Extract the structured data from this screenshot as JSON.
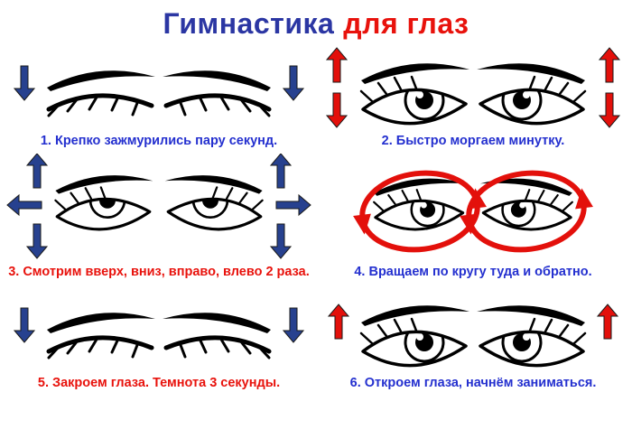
{
  "title": {
    "blue_part": "Гимнастика",
    "red_part": "для глаз"
  },
  "colors": {
    "title_blue": "#2b36a3",
    "text_blue": "#2430cf",
    "text_red": "#e8120c",
    "arrow_blue": "#27418f",
    "arrow_red": "#e3100b",
    "ink": "#000000",
    "background": "#ffffff"
  },
  "steps": [
    {
      "caption": "1. Крепко зажмурились пару секунд.",
      "caption_color": "blue",
      "eyes": "closed",
      "arrows": "blue down arrows on both sides",
      "icon": "closed-eyes-down-arrows-icon"
    },
    {
      "caption": "2. Быстро моргаем минутку.",
      "caption_color": "blue",
      "eyes": "open",
      "arrows": "red up and down arrows on both sides",
      "icon": "open-eyes-blink-arrows-icon"
    },
    {
      "caption": "3. Смотрим вверх, вниз, вправо, влево 2 раза.",
      "caption_color": "red",
      "eyes": "open, looking up",
      "arrows": "blue up, sideways and down arrows on both sides",
      "icon": "open-eyes-direction-arrows-icon"
    },
    {
      "caption": "4. Вращаем по кругу туда и обратно.",
      "caption_color": "blue",
      "eyes": "open",
      "arrows": "red circular arrows around each eye",
      "icon": "open-eyes-circular-arrows-icon"
    },
    {
      "caption": "5. Закроем глаза. Темнота 3 секунды.",
      "caption_color": "red",
      "eyes": "closed",
      "arrows": "blue down arrows on both sides",
      "icon": "closed-eyes-down-arrows-icon"
    },
    {
      "caption": "6. Откроем глаза, начнём заниматься.",
      "caption_color": "blue",
      "eyes": "open",
      "arrows": "red up arrows on both sides",
      "icon": "open-eyes-up-arrows-icon"
    }
  ]
}
